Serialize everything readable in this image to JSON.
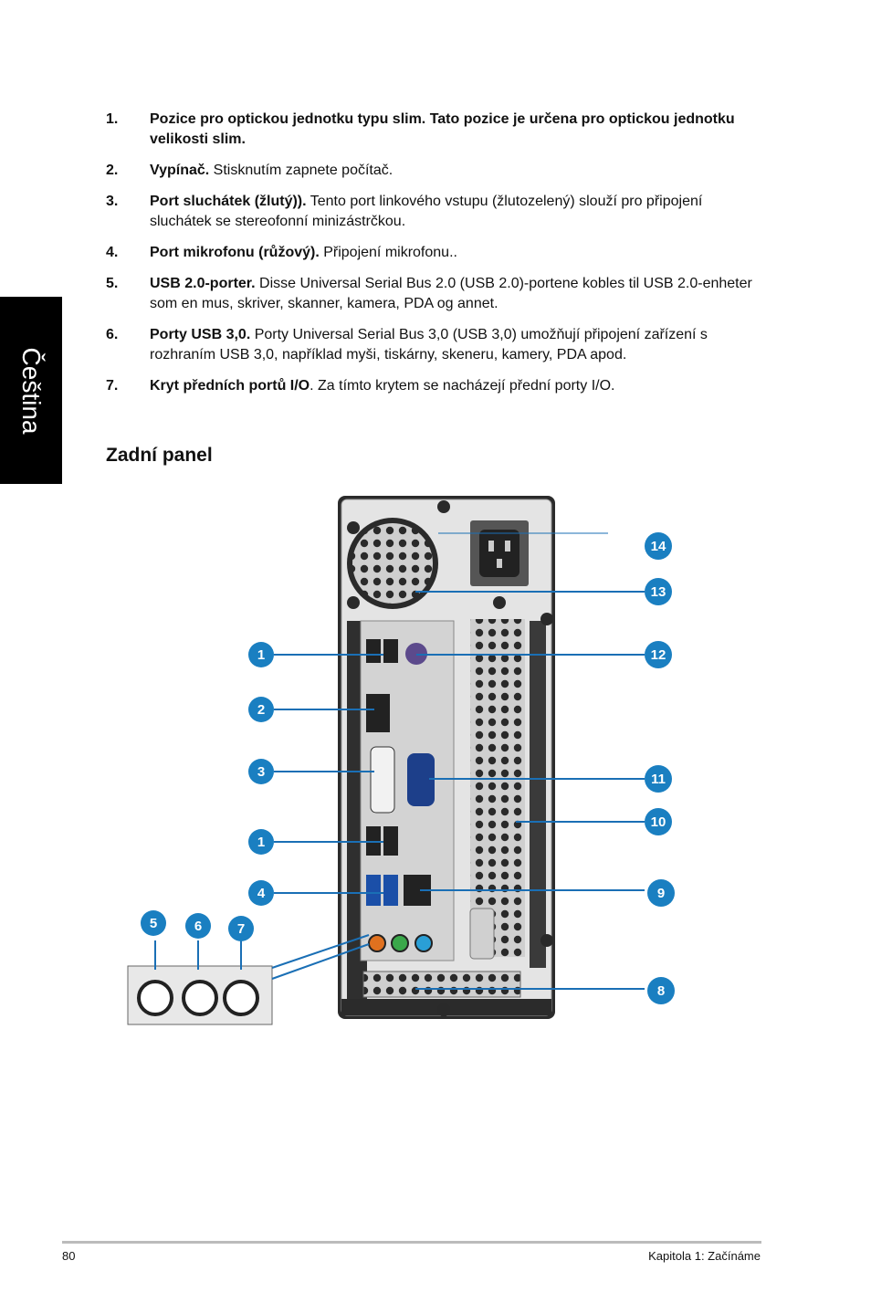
{
  "sidebar": {
    "language": "Čeština"
  },
  "items": [
    {
      "num": "1.",
      "bold": "Pozice pro optickou jednotku typu slim. Tato pozice je určena pro optickou jednotku velikosti slim.",
      "text": ""
    },
    {
      "num": "2.",
      "bold": "Vypínač.",
      "text": " Stisknutím zapnete počítač."
    },
    {
      "num": "3.",
      "bold": "Port sluchátek (žlutý)).",
      "text": " Tento port linkového vstupu (žlutozelený) slouží pro připojení sluchátek se stereofonní minizástrčkou."
    },
    {
      "num": "4.",
      "bold": "Port mikrofonu (růžový).",
      "text": " Připojení mikrofonu.."
    },
    {
      "num": "5.",
      "bold": "USB 2.0-porter.",
      "text": " Disse Universal Serial Bus 2.0 (USB 2.0)-portene kobles til USB 2.0-enheter som en mus, skriver, skanner, kamera, PDA og annet."
    },
    {
      "num": "6.",
      "bold": "Porty USB 3,0.",
      "text": " Porty Universal Serial Bus 3,0 (USB 3,0) umožňují připojení zařízení s rozhraním USB 3,0, například myši, tiskárny, skeneru, kamery, PDA apod."
    },
    {
      "num": "7.",
      "bold": "Kryt předních portů I/O",
      "text": ". Za tímto krytem se nacházejí přední porty I/O."
    }
  ],
  "section_title": "Zadní panel",
  "callouts": {
    "c1a": "1",
    "c2": "2",
    "c3": "3",
    "c1b": "1",
    "c4": "4",
    "c5": "5",
    "c6": "6",
    "c7": "7",
    "c14": "14",
    "c13": "13",
    "c12": "12",
    "c11": "11",
    "c10": "10",
    "c9": "9",
    "c8": "8"
  },
  "colors": {
    "callout": "#1a7fc1",
    "leader": "#1a6fb5",
    "chassis": "#2b2b2b",
    "panel": "#d9d9d9"
  },
  "footer": {
    "page": "80",
    "chapter": "Kapitola 1: Začínáme"
  }
}
